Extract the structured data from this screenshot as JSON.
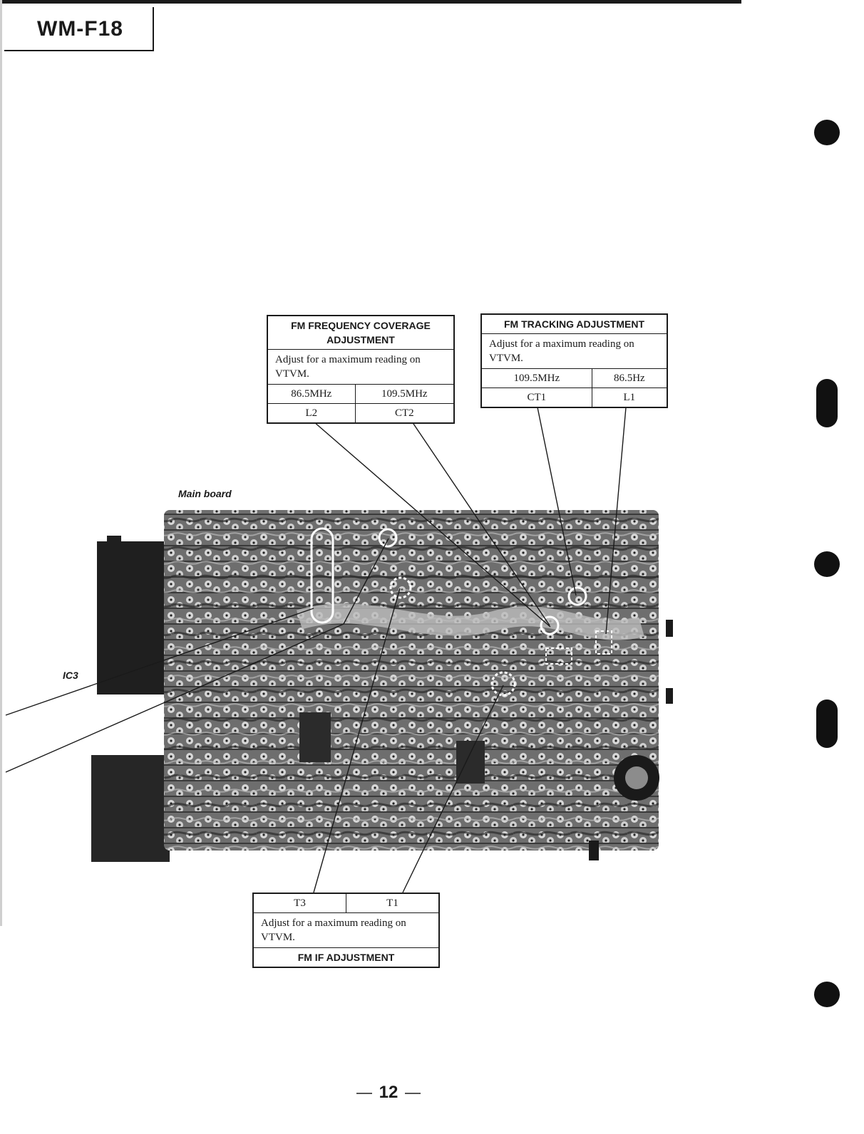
{
  "header": {
    "model": "WM-F18"
  },
  "fm_frequency_coverage": {
    "title": "FM FREQUENCY COVERAGE ADJUSTMENT",
    "note": "Adjust for a maximum reading on VTVM.",
    "col1_freq": "86.5MHz",
    "col2_freq": "109.5MHz",
    "col1_part": "L2",
    "col2_part": "CT2"
  },
  "fm_tracking": {
    "title": "FM TRACKING ADJUSTMENT",
    "note": "Adjust for a maximum reading on VTVM.",
    "col1_freq": "109.5MHz",
    "col2_freq": "86.5Hz",
    "col1_part": "CT1",
    "col2_part": "L1"
  },
  "fm_if": {
    "col1_part": "T3",
    "col2_part": "T1",
    "note": "Adjust for a maximum reading on VTVM.",
    "title": "FM IF ADJUSTMENT"
  },
  "labels": {
    "main_board": "Main board",
    "ic3": "IC3"
  },
  "footer": {
    "page_number": "12"
  }
}
